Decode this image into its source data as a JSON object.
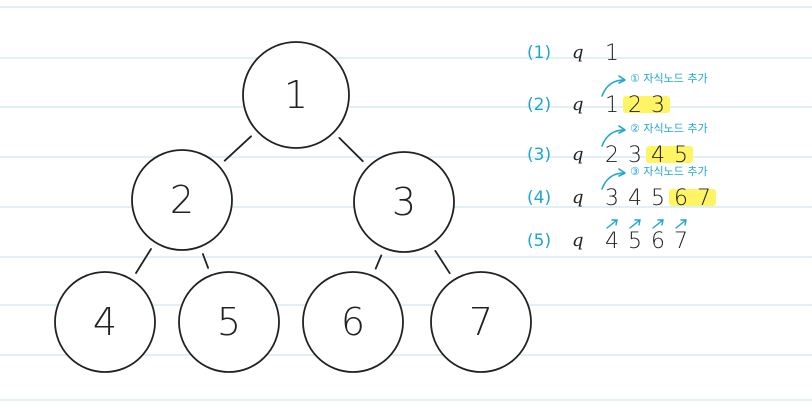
{
  "tree": {
    "nodes": [
      {
        "id": "1",
        "label": "1"
      },
      {
        "id": "2",
        "label": "2"
      },
      {
        "id": "3",
        "label": "3"
      },
      {
        "id": "4",
        "label": "4"
      },
      {
        "id": "5",
        "label": "5"
      },
      {
        "id": "6",
        "label": "6"
      },
      {
        "id": "7",
        "label": "7"
      }
    ],
    "edges": [
      {
        "from": "1",
        "to": "2"
      },
      {
        "from": "1",
        "to": "3"
      },
      {
        "from": "2",
        "to": "4"
      },
      {
        "from": "2",
        "to": "5"
      },
      {
        "from": "3",
        "to": "6"
      },
      {
        "from": "3",
        "to": "7"
      }
    ]
  },
  "steps": [
    {
      "label": "(1)",
      "queue_symbol": "q",
      "items": [
        "1"
      ],
      "highlight": []
    },
    {
      "label": "(2)",
      "queue_symbol": "q",
      "items": [
        "1",
        "2",
        "3"
      ],
      "highlight": [
        "2",
        "3"
      ],
      "note": "① 자식노드 추가"
    },
    {
      "label": "(3)",
      "queue_symbol": "q",
      "items": [
        "2",
        "3",
        "4",
        "5"
      ],
      "highlight": [
        "4",
        "5"
      ],
      "note": "② 자식노드 추가"
    },
    {
      "label": "(4)",
      "queue_symbol": "q",
      "items": [
        "3",
        "4",
        "5",
        "6",
        "7"
      ],
      "highlight": [
        "6",
        "7"
      ],
      "note": "③ 자식노드 추가"
    },
    {
      "label": "(5)",
      "queue_symbol": "q",
      "items": [
        "4",
        "5",
        "6",
        "7"
      ],
      "highlight": []
    }
  ],
  "colors": {
    "rule_line": "#cfe6ef",
    "ink": "#222222",
    "accent": "#1fa6cf",
    "highlight": "#fff45c"
  }
}
